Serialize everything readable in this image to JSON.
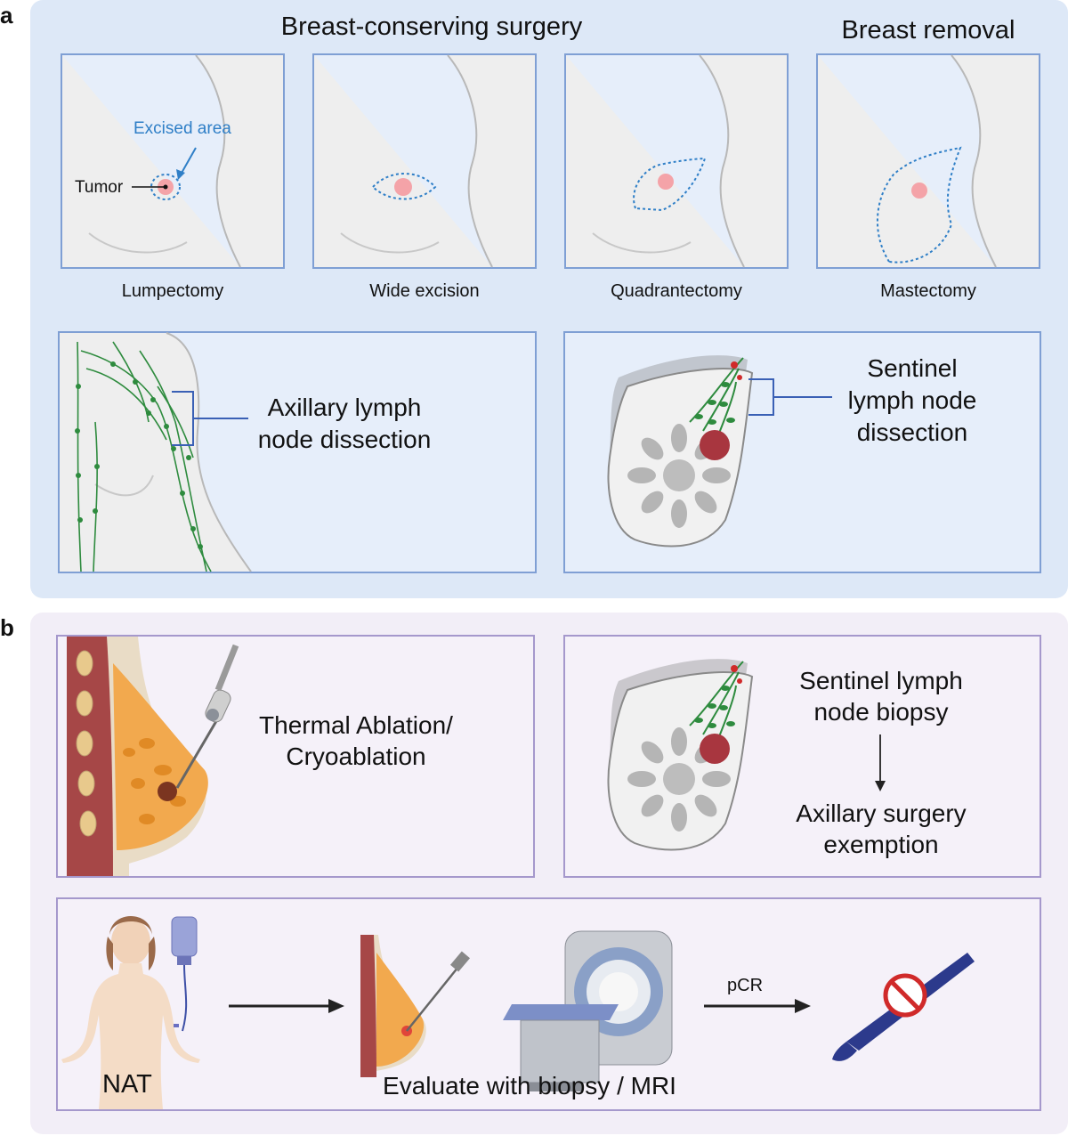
{
  "panel_a": {
    "letter": "a",
    "header_conserving": "Breast-conserving surgery",
    "header_removal": "Breast removal",
    "procedures": [
      {
        "label": "Lumpectomy"
      },
      {
        "label": "Wide excision"
      },
      {
        "label": "Quadrantectomy"
      },
      {
        "label": "Mastectomy"
      }
    ],
    "tumor_label": "Tumor",
    "excised_label": "Excised area",
    "axillary_label_line1": "Axillary lymph",
    "axillary_label_line2": "node dissection",
    "sentinel_line1": "Sentinel",
    "sentinel_line2": "lymph node",
    "sentinel_line3": "dissection"
  },
  "panel_b": {
    "letter": "b",
    "ablation_line1": "Thermal Ablation/",
    "ablation_line2": "Cryoablation",
    "slnb_line1": "Sentinel lymph",
    "slnb_line2": "node biopsy",
    "exempt_line1": "Axillary surgery",
    "exempt_line2": "exemption",
    "nat_label": "NAT",
    "pcr_label": "pCR",
    "evaluate_label": "Evaluate with biopsy / MRI"
  },
  "colors": {
    "panel_a_bg": "#dde8f7",
    "panel_b_bg": "#f2eef7",
    "box_a_border": "#7f9fd4",
    "box_b_border": "#a598cc",
    "excised_blue": "#2f7fc7",
    "lymph_green": "#2e8b3e",
    "tumor_pink": "#f4a3a8",
    "tumor_red": "#a8363f"
  }
}
